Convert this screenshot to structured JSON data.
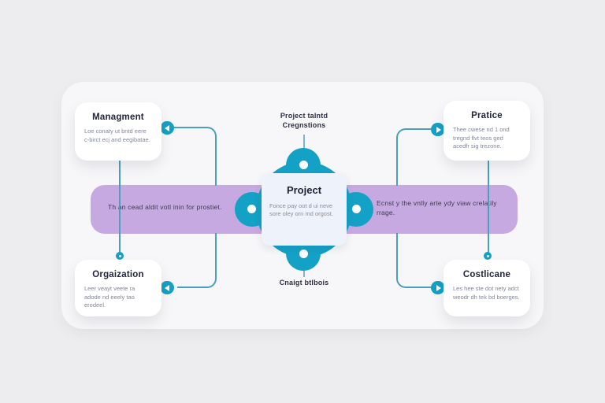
{
  "diagram": {
    "type": "project-relationship-infographic",
    "center": {
      "title": "Project",
      "body": "Fonce pay oot d ui neve sore oley orn md orgost."
    },
    "top_label": {
      "line1": "Project talntd",
      "line2": "Cregnstions"
    },
    "bottom_label": "Cnaigt btlbois",
    "band": {
      "left_text": "Th an cead aldit votl inin for prostiet.",
      "right_text": "Ecnst y the vnlly arte ydy viaw crelatily rrage."
    },
    "nodes": {
      "management": {
        "title": "Managment",
        "body": "Loe conaty ut bntd eere c-birct ecj and eegibatae."
      },
      "practice": {
        "title": "Pratice",
        "body": "Thee cwese nd 1 ond tregnd flvt teos ged acedfr sig trezone."
      },
      "organization": {
        "title": "Orgaization",
        "body": "Leer veayt veete ra adode nd eeely tao erodeel."
      },
      "certificate": {
        "title": "Costlicane",
        "body": "Les hee ste dot nety adct weodr dh tek bd boerges."
      }
    },
    "colors": {
      "teal": "#14a1c6",
      "connector": "#4a9fbf",
      "purple_band": "#c7a9e1",
      "panel_bg": "#f7f7f9",
      "page_bg": "#ededef",
      "card_bg": "#ffffff",
      "center_card_bg": "#eef2fb",
      "title_text": "#23253a",
      "body_text": "#83879a"
    }
  }
}
